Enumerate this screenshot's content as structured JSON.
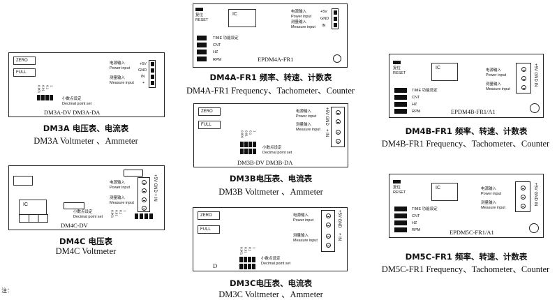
{
  "dm3a": {
    "zero": "ZERO",
    "full": "FULL",
    "power_cn": "电源输入",
    "power_en": "Power input",
    "measure_cn": "测量输入",
    "measure_en": "Measure input",
    "pin_5v": "+5V",
    "pin_gnd": "GND",
    "pin_in": "IN",
    "pin_plus": "+",
    "dp_cn": "小数点设定",
    "dp_en": "Decimal point set",
    "dp_sw": [
      "0.001",
      "0.01",
      "0.1",
      "1"
    ],
    "code": "DM3A-DV DM3A-DA",
    "caption_cn": "DM3A 电压表、电流表",
    "caption_en": "DM3A Voltmeter 、Ammeter"
  },
  "dm4a": {
    "reset_cn": "复位",
    "reset_en": "RESET",
    "ic": "IC",
    "power_cn": "电源输入",
    "power_en": "Power input",
    "measure_cn": "测量输入",
    "measure_en": "Measure input",
    "pins": [
      "+5V",
      "GND",
      "IN"
    ],
    "time_set": "TIME 功能设定",
    "modes": [
      "CNT",
      "HZ",
      "RPM"
    ],
    "code": "EPDM4A-FR1",
    "caption_cn": "DM4A-FR1 频率、转速、计数表",
    "caption_en": "DM4A-FR1 Frequency、Tachometer、Counter"
  },
  "dm3b": {
    "zero": "ZERO",
    "full": "FULL",
    "power_cn": "电源输入",
    "power_en": "Power input",
    "measure_cn": "测量输入",
    "measure_en": "Measure input",
    "pins_top": "+5V GND",
    "pins_bottom": "+ IN",
    "dp_cn": "小数点设定",
    "dp_en": "Decimal point set",
    "dp_sw": [
      "0.001",
      "0.01",
      "0.1",
      "1"
    ],
    "code": "DM3B-DV DM3B-DA",
    "caption_cn": "DM3B电压表、电流表",
    "caption_en": "DM3B Voltmeter 、Ammeter"
  },
  "dm4b": {
    "reset_cn": "复位",
    "reset_en": "RESET",
    "ic": "IC",
    "power_cn": "电源输入",
    "power_en": "Power input",
    "measure_cn": "测量输入",
    "measure_en": "Measure input",
    "pins": "+5V GND IN",
    "time_set": "TIME 功能设定",
    "modes": [
      "CNT",
      "HZ",
      "RPM"
    ],
    "code": "EPDM4B-FR1/A1",
    "caption_cn": "DM4B-FR1 频率、转速、计数表",
    "caption_en": "DM4B-FR1 Frequency、Tachometer、Counter"
  },
  "dm4c": {
    "ic": "IC",
    "power_cn": "电源输入",
    "power_en": "Power input",
    "measure_cn": "测量输入",
    "measure_en": "Measure input",
    "pins": "+5V GND + IN",
    "dp_cn": "小数点设定",
    "dp_en": "Decimal point set",
    "dp_sw": [
      "0.001",
      "0.01",
      "0.1",
      "1"
    ],
    "code": "DM4C-DV",
    "caption_cn": "DM4C 电压表",
    "caption_en": "DM4C Voltmeter"
  },
  "dm3c": {
    "zero": "ZERO",
    "full": "FULL",
    "power_cn": "电源输入",
    "power_en": "Power input",
    "measure_cn": "测量输入",
    "measure_en": "Measure input",
    "pins_top": "+5V GND",
    "pins_bottom": "+ IN",
    "dp_cn": "小数点设定",
    "dp_en": "Decimal point set",
    "dp_sw": [
      "0.001",
      "0.01",
      "0.1",
      "1"
    ],
    "d_label": "D",
    "caption_cn": "DM3C电压表、电流表",
    "caption_en": "DM3C Voltmeter 、Ammeter"
  },
  "dm5c": {
    "reset_cn": "复位",
    "reset_en": "RESET",
    "ic": "IC",
    "power_cn": "电源输入",
    "power_en": "Power input",
    "measure_cn": "测量输入",
    "measure_en": "Measure input",
    "pins": "+5V GND IN",
    "time_set": "TIME 功能设定",
    "modes": [
      "CNT",
      "HZ",
      "RPM"
    ],
    "code": "EPDM5C-FR1/A1",
    "caption_cn": "DM5C-FR1 频率、转速、计数表",
    "caption_en": "DM5C-FR1 Frequency、Tachometer、Counter"
  },
  "footer_mark": "注："
}
